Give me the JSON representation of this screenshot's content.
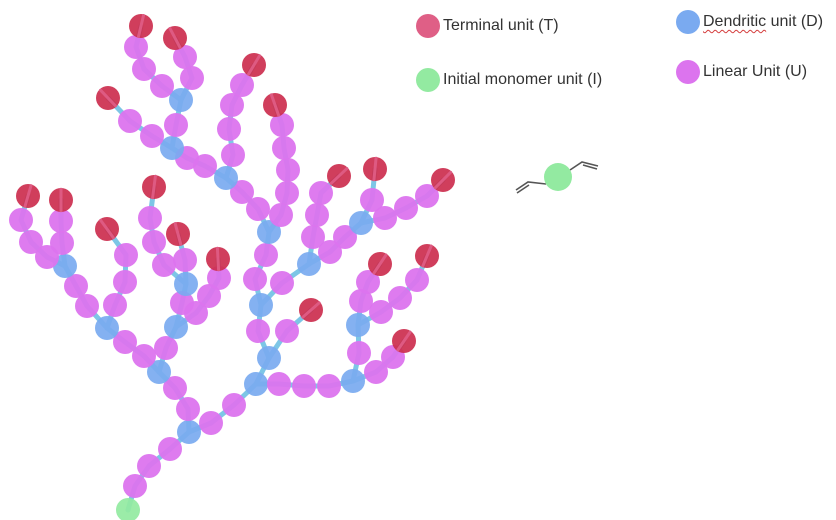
{
  "legend": {
    "terminal": {
      "label": "Terminal unit (T)",
      "color": "#df5f86"
    },
    "dendritic": {
      "label": "Dendritic unit (D)",
      "label_main": "Dendritic",
      "label_rest": " unit (D)",
      "color": "#7aaaf0"
    },
    "initial": {
      "label": "Initial monomer unit (I)",
      "color": "#93eaa1"
    },
    "linear": {
      "label": "Linear Unit (U)",
      "color": "#dc74ee"
    }
  },
  "colors": {
    "bond": "#7dc6e6",
    "terminal_dark": "#cc2e4e",
    "terminal": "#de5a82",
    "dendritic": "#7aaaf0",
    "initial": "#93eaa1",
    "linear": "#dc74ee",
    "monomer_bond": "#555555"
  },
  "monomer_structure": {
    "name": "divinyl-monomer",
    "center_color": "#93eaa1"
  }
}
